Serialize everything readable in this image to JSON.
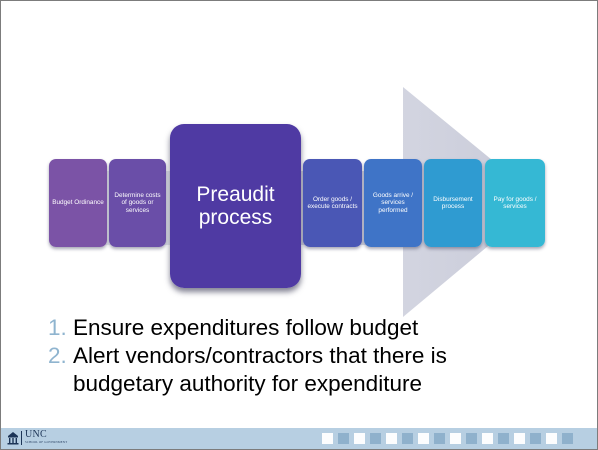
{
  "process": {
    "steps": [
      {
        "label": "Budget Ordinance",
        "color": "#7b53a6"
      },
      {
        "label": "Determine costs of goods or services",
        "color": "#6a4ea8"
      },
      {
        "label": "Preaudit process",
        "color": "#4f3aa3"
      },
      {
        "label": "Order goods / execute contracts",
        "color": "#4a57b5"
      },
      {
        "label": "Goods arrive / services performed",
        "color": "#3f74c7"
      },
      {
        "label": "Disbursement process",
        "color": "#2f9bd1"
      },
      {
        "label": "Pay for goods / services",
        "color": "#35b8d4"
      }
    ]
  },
  "bullets": [
    {
      "number": "1.",
      "text": "Ensure expenditures follow budget"
    },
    {
      "number": "2.",
      "text": "Alert vendors/contractors that there is budgetary authority for expenditure"
    }
  ],
  "footer": {
    "logo_text": "UNC",
    "logo_subtext": "SCHOOL OF GOVERNMENT",
    "square_colors": [
      "#8fb1cc",
      "#ffffff"
    ]
  }
}
